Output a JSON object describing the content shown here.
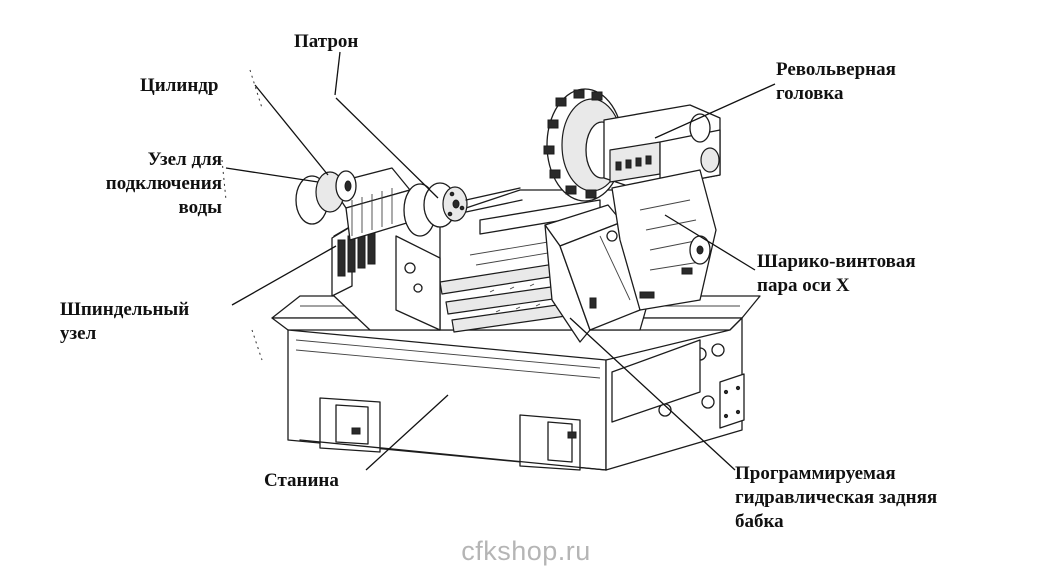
{
  "labels": {
    "patron": "Патрон",
    "cilindr": "Цилиндр",
    "uzel_vody": "Узел для\nподключения\nводы",
    "shpindel": "Шпиндельный\nузел",
    "stanina": "Станина",
    "revolver": "Револьверная\nголовка",
    "sharik": "Шарико-винтовая\nпара оси Х",
    "babka": "Программируемая\nгидравлическая задняя\nбабка"
  },
  "watermark": "cfkshop.ru"
}
